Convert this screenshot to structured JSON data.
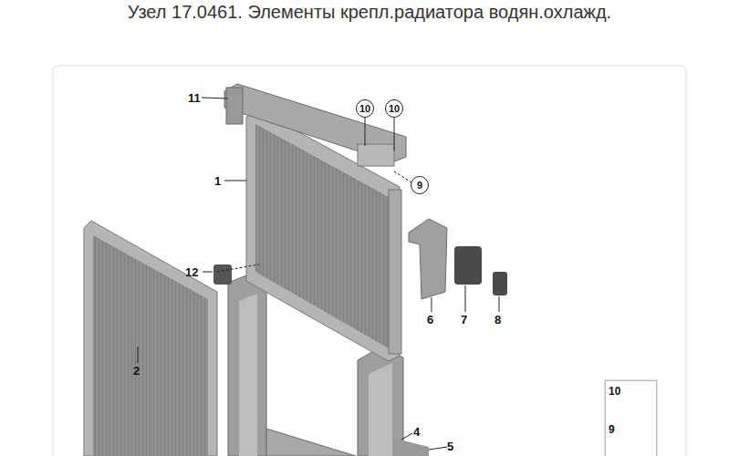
{
  "diagram": {
    "title": "Узел 17.0461. Элементы крепл.радиатора водян.охлажд.",
    "nodes": [
      {
        "text": [
          "10"
        ]
      },
      {
        "text": [
          "10"
        ]
      },
      {
        "text": [
          "9"
        ]
      },
      {
        "text": [
          "10",
          "9"
        ]
      }
    ],
    "edges": [],
    "labels": [
      "11",
      "1",
      "6",
      "7",
      "8",
      "12",
      "2",
      "4",
      "5"
    ]
  }
}
